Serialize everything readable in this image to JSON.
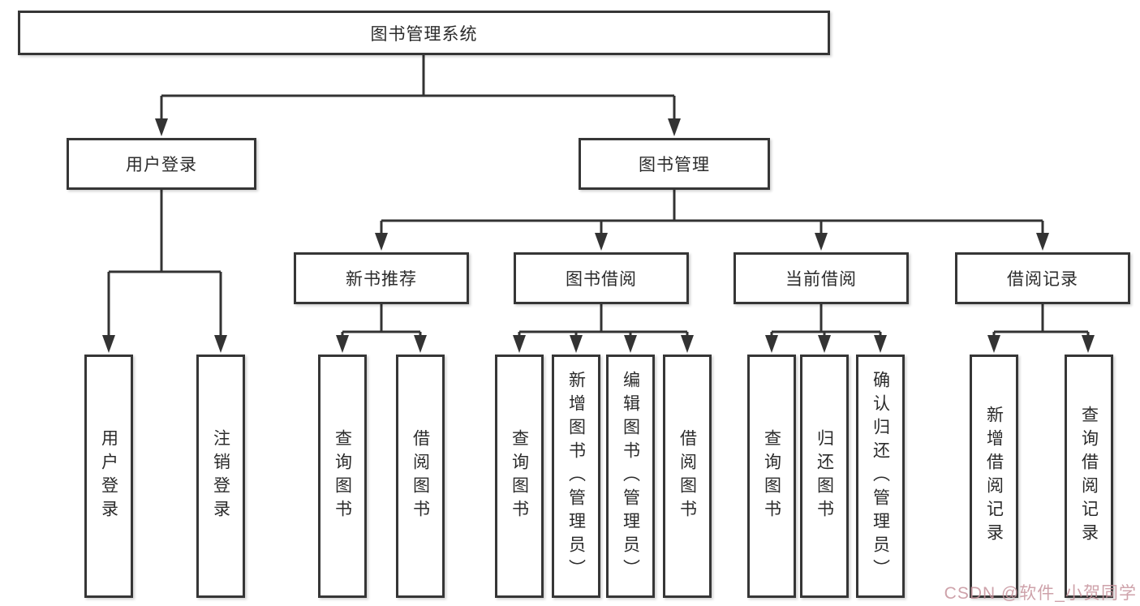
{
  "diagram": {
    "title": "图书管理系统",
    "root": {
      "label": "图书管理系统"
    },
    "branches": [
      {
        "label": "用户登录",
        "children": [
          {
            "label": "用户登录"
          },
          {
            "label": "注销登录"
          }
        ]
      },
      {
        "label": "图书管理",
        "children": [
          {
            "label": "新书推荐",
            "children": [
              {
                "label": "查询图书"
              },
              {
                "label": "借阅图书"
              }
            ]
          },
          {
            "label": "图书借阅",
            "children": [
              {
                "label": "查询图书"
              },
              {
                "label": "新增图书（管理员）"
              },
              {
                "label": "编辑图书（管理员）"
              },
              {
                "label": "借阅图书"
              }
            ]
          },
          {
            "label": "当前借阅",
            "children": [
              {
                "label": "查询图书"
              },
              {
                "label": "归还图书"
              },
              {
                "label": "确认归还（管理员）"
              }
            ]
          },
          {
            "label": "借阅记录",
            "children": [
              {
                "label": "新增借阅记录"
              },
              {
                "label": "查询借阅记录"
              }
            ]
          }
        ]
      }
    ]
  },
  "watermark": {
    "text": "CSDN @软件_小贺同学"
  },
  "colors": {
    "line": "#333333",
    "box_border": "#363636",
    "box_background": "#ffffff",
    "text": "#2b2b2b",
    "background": "#ffffff",
    "watermark": "#c6929b"
  }
}
